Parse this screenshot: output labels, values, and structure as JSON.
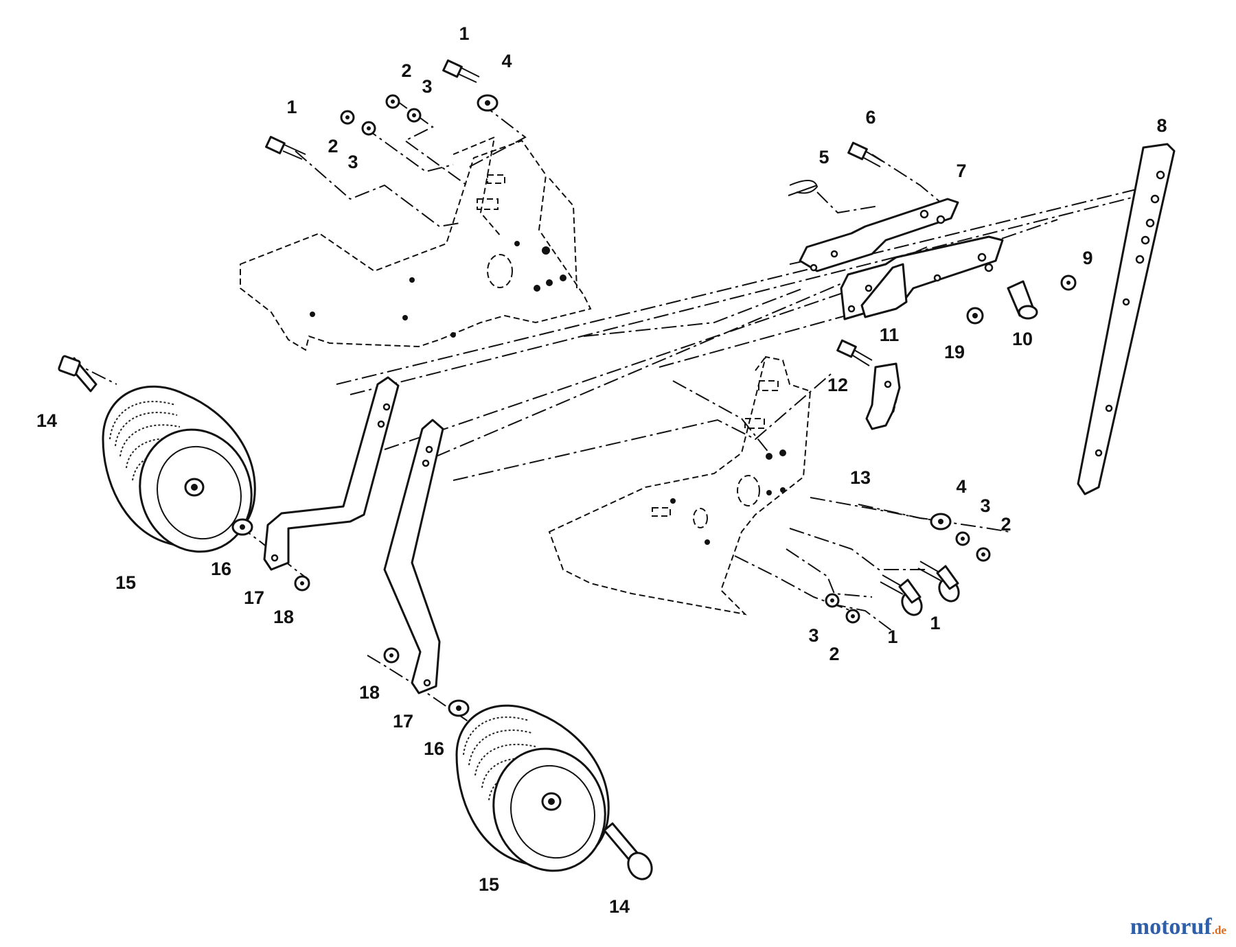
{
  "diagram": {
    "callouts": [
      {
        "id": "c1a",
        "text": "1"
      },
      {
        "id": "c4a",
        "text": "4"
      },
      {
        "id": "c2a",
        "text": "2"
      },
      {
        "id": "c3a",
        "text": "3"
      },
      {
        "id": "c1b",
        "text": "1"
      },
      {
        "id": "c2b",
        "text": "2"
      },
      {
        "id": "c3b",
        "text": "3"
      },
      {
        "id": "c6",
        "text": "6"
      },
      {
        "id": "c5",
        "text": "5"
      },
      {
        "id": "c7",
        "text": "7"
      },
      {
        "id": "c8",
        "text": "8"
      },
      {
        "id": "c9",
        "text": "9"
      },
      {
        "id": "c10",
        "text": "10"
      },
      {
        "id": "c11",
        "text": "11"
      },
      {
        "id": "c19",
        "text": "19"
      },
      {
        "id": "c12",
        "text": "12"
      },
      {
        "id": "c13",
        "text": "13"
      },
      {
        "id": "c14a",
        "text": "14"
      },
      {
        "id": "c15a",
        "text": "15"
      },
      {
        "id": "c16a",
        "text": "16"
      },
      {
        "id": "c17a",
        "text": "17"
      },
      {
        "id": "c18a",
        "text": "18"
      },
      {
        "id": "c4b",
        "text": "4"
      },
      {
        "id": "c3c",
        "text": "3"
      },
      {
        "id": "c2c",
        "text": "2"
      },
      {
        "id": "c3d",
        "text": "3"
      },
      {
        "id": "c2d",
        "text": "2"
      },
      {
        "id": "c1c",
        "text": "1"
      },
      {
        "id": "c1d",
        "text": "1"
      },
      {
        "id": "c18b",
        "text": "18"
      },
      {
        "id": "c17b",
        "text": "17"
      },
      {
        "id": "c16b",
        "text": "16"
      },
      {
        "id": "c15b",
        "text": "15"
      },
      {
        "id": "c14b",
        "text": "14"
      }
    ]
  },
  "watermark": {
    "brand": "motoruf",
    "suffix": ".de"
  }
}
